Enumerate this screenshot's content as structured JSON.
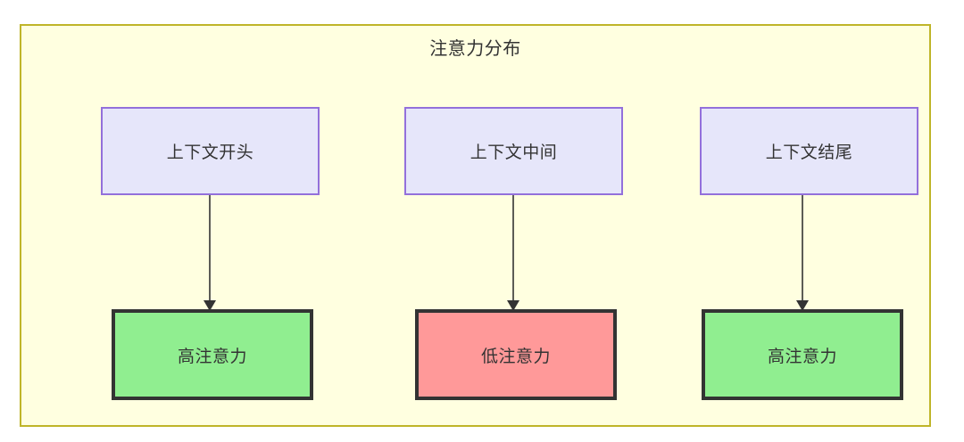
{
  "diagram": {
    "type": "flowchart",
    "orientation": "top-down",
    "title": "注意力分布",
    "background_color": "#ffffff",
    "container": {
      "label": "注意力分布",
      "fill_color": "#ffffe0",
      "border_color": "#bfb529"
    },
    "colors": {
      "context_fill": "#e6e6fa",
      "context_border": "#9370db",
      "high_attention_fill": "#90ee90",
      "low_attention_fill": "#ff9999",
      "attention_border": "#333333",
      "edge_color": "#333333",
      "text_color": "#333333"
    },
    "columns": [
      {
        "id": "start",
        "context": {
          "label": "上下文开头"
        },
        "attention": {
          "label": "高注意力",
          "level": "high",
          "fill": "#90ee90"
        }
      },
      {
        "id": "middle",
        "context": {
          "label": "上下文中间"
        },
        "attention": {
          "label": "低注意力",
          "level": "low",
          "fill": "#ff9999"
        }
      },
      {
        "id": "end",
        "context": {
          "label": "上下文结尾"
        },
        "attention": {
          "label": "高注意力",
          "level": "high",
          "fill": "#90ee90"
        }
      }
    ],
    "edges": [
      {
        "from": "上下文开头",
        "to": "高注意力",
        "arrow": "arrow-down-icon"
      },
      {
        "from": "上下文中间",
        "to": "低注意力",
        "arrow": "arrow-down-icon"
      },
      {
        "from": "上下文结尾",
        "to": "高注意力",
        "arrow": "arrow-down-icon"
      }
    ]
  }
}
